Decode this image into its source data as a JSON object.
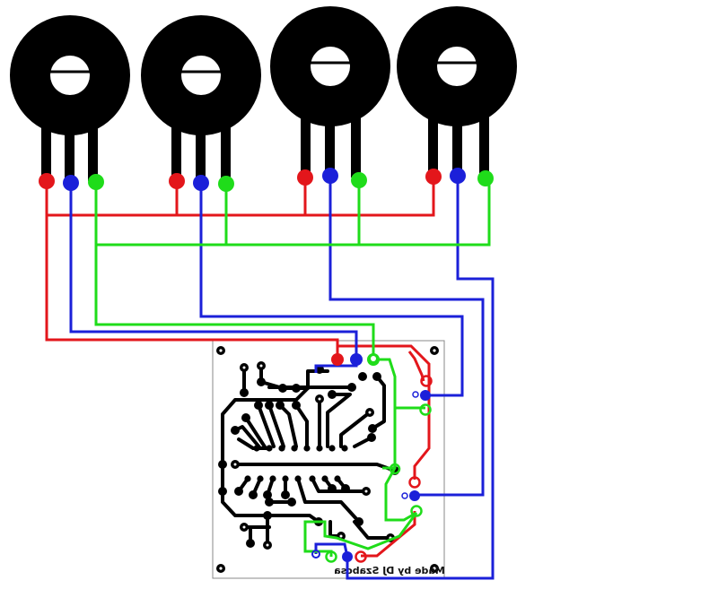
{
  "board": {
    "credit_text": "Made by DJ Szabcsa",
    "credit_mirrored": true
  },
  "components": {
    "potentiometers": [
      {
        "name": "pot-1"
      },
      {
        "name": "pot-2"
      },
      {
        "name": "pot-3"
      },
      {
        "name": "pot-4"
      }
    ]
  },
  "wire_colors": {
    "red": "#e3161b",
    "blue": "#1b20d9",
    "green": "#1fdc1a",
    "copper": "#000000"
  }
}
